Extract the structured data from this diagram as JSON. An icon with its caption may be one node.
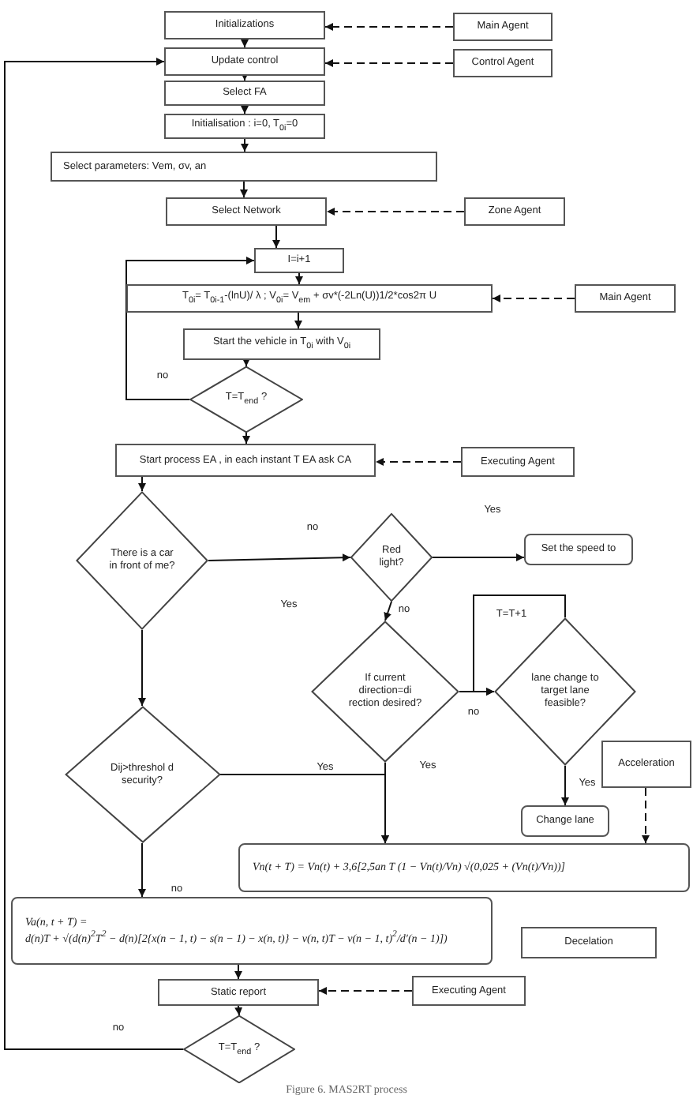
{
  "diagram": {
    "caption": "Figure 6. MAS2RT process",
    "nodes": [
      {
        "text": [
          "Initializations"
        ]
      },
      {
        "text": [
          "Main Agent"
        ]
      },
      {
        "text": [
          "Update control"
        ]
      },
      {
        "text": [
          "Control Agent"
        ]
      },
      {
        "text": [
          "Select FA"
        ]
      },
      {
        "text": [
          "Initialisation : i=0, T$_{0i}$=0"
        ]
      },
      {
        "text": [
          "Select parameters: Vem, σv, an"
        ]
      },
      {
        "text": [
          "Select Network"
        ]
      },
      {
        "text": [
          "Zone Agent"
        ]
      },
      {
        "text": [
          "I=i+1"
        ]
      },
      {
        "text": [
          "T$_{0i}$= T$_{0i-1}$-(lnU)/ λ ; V$_{0i}$= V$_{em}$ + σv*(-2Ln(U))1/2*cos2π U"
        ]
      },
      {
        "text": [
          "Main Agent"
        ]
      },
      {
        "text": [
          "Start the vehicle in T$_{0i}$ with V$_{0i}$"
        ]
      },
      {
        "text": [
          "T=T$_{end}$ ?"
        ]
      },
      {
        "text": [
          "Start process EA , in each instant T EA ask CA"
        ]
      },
      {
        "text": [
          "Executing Agent"
        ]
      },
      {
        "text": [
          "There is a car in front of me?"
        ]
      },
      {
        "text": [
          "Red light?"
        ]
      },
      {
        "text": [
          "Set the speed to"
        ]
      },
      {
        "text": [
          "If current direction=di rection desired?"
        ]
      },
      {
        "text": [
          "lane change to target lane feasible?"
        ]
      },
      {
        "text": [
          "Dij>threshol d security?"
        ]
      },
      {
        "text": [
          "Acceleration"
        ]
      },
      {
        "text": [
          "Change lane"
        ]
      },
      {
        "text": [
          "Vn(t + T) = Vn(t) + 3,6[2,5an T (1 − Vn(t)/Vn) √(0,025 + (Vn(t)/Vn))]"
        ]
      },
      {
        "text": [
          "Va(n, t + T) =",
          "d(n)T + √(d(n)$^{2}$T$^{2}$ − d(n)[2{x(n − 1, t) − s(n − 1) − x(n, t)} − v(n, t)T − v(n − 1, t)$^{2}$/d′(n − 1)])"
        ]
      },
      {
        "text": [
          "Decelation"
        ]
      },
      {
        "text": [
          "Static report"
        ]
      },
      {
        "text": [
          "Executing Agent"
        ]
      },
      {
        "text": [
          "T=T$_{end}$ ?"
        ]
      }
    ],
    "edges": [
      {
        "from": 1,
        "to": 0,
        "arrow": "to",
        "style": "dashed"
      },
      {
        "from": 0,
        "to": 2,
        "arrow": "to"
      },
      {
        "from": 3,
        "to": 2,
        "arrow": "to",
        "style": "dashed"
      },
      {
        "from": 2,
        "to": 4,
        "arrow": "to"
      },
      {
        "from": 4,
        "to": 5,
        "arrow": "to"
      },
      {
        "from": 5,
        "to": 6,
        "arrow": "to"
      },
      {
        "from": 6,
        "to": 7,
        "arrow": "to"
      },
      {
        "from": 8,
        "to": 7,
        "arrow": "to",
        "style": "dashed"
      },
      {
        "from": 7,
        "to": 9,
        "arrow": "to"
      },
      {
        "from": 9,
        "to": 10,
        "arrow": "to"
      },
      {
        "from": 11,
        "to": 10,
        "arrow": "to",
        "style": "dashed"
      },
      {
        "from": 10,
        "to": 12,
        "arrow": "to"
      },
      {
        "from": 12,
        "to": 13,
        "arrow": "to"
      },
      {
        "from": 13,
        "to": 9,
        "arrow": "to",
        "label": "no"
      },
      {
        "from": 13,
        "to": 14,
        "arrow": "to"
      },
      {
        "from": 15,
        "to": 14,
        "arrow": "to",
        "style": "dashed"
      },
      {
        "from": 14,
        "to": 16,
        "arrow": "to"
      },
      {
        "from": 16,
        "to": 17,
        "arrow": "to",
        "label": "no"
      },
      {
        "from": 17,
        "to": 18,
        "arrow": "to",
        "label": "Yes"
      },
      {
        "from": 17,
        "to": 19,
        "arrow": "to",
        "label": "no"
      },
      {
        "from": 16,
        "to": 21,
        "arrow": "to"
      },
      {
        "from": 19,
        "to": 20,
        "arrow": "to",
        "label": "no"
      },
      {
        "from": 20,
        "to": 20,
        "arrow": "to",
        "label": "T=T+1"
      },
      {
        "from": 20,
        "to": 23,
        "arrow": "to",
        "label": "Yes"
      },
      {
        "from": 19,
        "to": 24,
        "arrow": "to",
        "label": "Yes"
      },
      {
        "from": 21,
        "to": 24,
        "arrow": "to",
        "label": "Yes"
      },
      {
        "from": 22,
        "to": 24,
        "arrow": "to",
        "style": "dashed"
      },
      {
        "from": 21,
        "to": 25,
        "arrow": "to",
        "label": "no"
      },
      {
        "from": 25,
        "to": 27,
        "arrow": "to"
      },
      {
        "from": 28,
        "to": 27,
        "arrow": "to",
        "style": "dashed"
      },
      {
        "from": 27,
        "to": 29,
        "arrow": "to"
      },
      {
        "from": 29,
        "to": 2,
        "arrow": "to",
        "label": "no"
      }
    ],
    "labels": [
      "Yes"
    ]
  }
}
